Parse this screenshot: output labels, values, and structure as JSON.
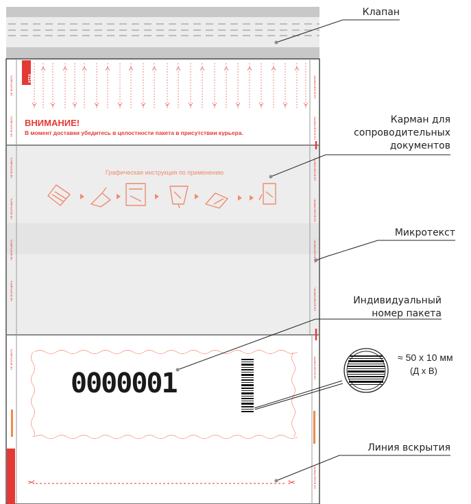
{
  "package": {
    "code_tag": "0114",
    "side_microtext": "НЕ ВСКРЫВАТЬ",
    "side_microtext_reversed": "ЧЬАВЫЧЕКСВ ЕН",
    "attention_title": "ВНИМАНИЕ!",
    "attention_text": "В момент доставки убедитесь в целостности пакета в присутствии курьера.",
    "instruction_title": "Графическая инструкция по применению",
    "serial_number": "0000001"
  },
  "callouts": {
    "flap": "Клапан",
    "pocket_line1": "Карман для",
    "pocket_line2": "сопроводительных",
    "pocket_line3": "документов",
    "microtext": "Микротекст",
    "number_line1": "Индивидуальный",
    "number_line2": "номер пакета",
    "opening_line": "Линия вскрытия"
  },
  "barcode_size": {
    "dimensions": "≈ 50 х 10 мм",
    "legend": "(Д х В)"
  },
  "colors": {
    "red": "#e53935",
    "instruction": "#ef8a6f",
    "flap_gray": "#c8c8c8",
    "pocket_gray": "#ededed"
  },
  "icons": [
    "scissors-icon",
    "scissors-icon",
    "step-icon"
  ]
}
